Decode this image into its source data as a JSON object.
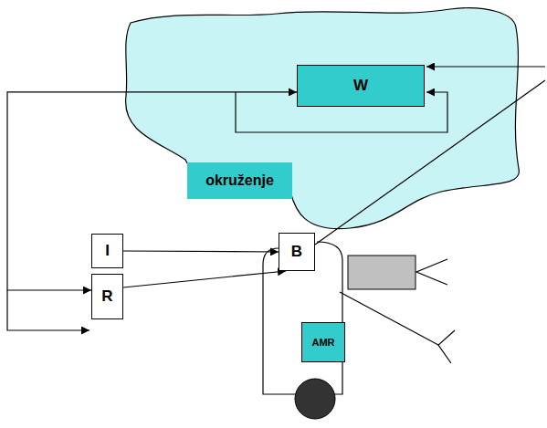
{
  "diagram": {
    "nodes": [
      {
        "text": [
          "okruženje"
        ]
      },
      {
        "text": [
          "W"
        ],
        "in": 0
      },
      {
        "text": [
          "I"
        ]
      },
      {
        "text": [
          "R"
        ]
      },
      {
        "text": [
          "B"
        ]
      },
      {
        "text": [
          "AMR"
        ]
      }
    ],
    "edges": [
      {
        "from": 1,
        "to": 3,
        "arrow": "both"
      },
      {
        "from": 2,
        "to": 4,
        "arrow": "to"
      },
      {
        "from": 3,
        "to": 4,
        "arrow": "to"
      }
    ]
  }
}
